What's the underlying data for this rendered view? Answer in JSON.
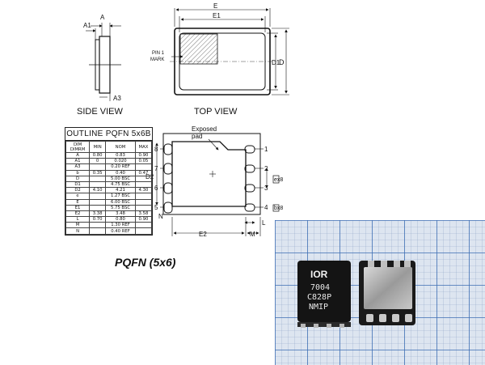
{
  "side_view": {
    "title": "SIDE VIEW",
    "labels": {
      "A": "A",
      "A1": "A1",
      "A3": "A3"
    }
  },
  "top_view": {
    "title": "TOP VIEW",
    "labels": {
      "E_top": "E",
      "E1_top": "E1",
      "D": "D",
      "D1": "D1",
      "pin1": "PIN 1",
      "mark": "MARK"
    }
  },
  "bottom_view": {
    "exposed_pad": [
      "Exposed",
      "pad"
    ],
    "pins_left": [
      "8",
      "7",
      "6",
      "5"
    ],
    "pins_right": [
      "1",
      "2",
      "3",
      "4"
    ],
    "labels": {
      "D2": "D2",
      "E2": "E2",
      "M": "M",
      "N": "N",
      "L": "L",
      "e": "e",
      "ex8": "ex8",
      "bx8": "bx8"
    }
  },
  "table": {
    "title": "OUTLINE  PQFN  5x6B",
    "header_dim": "DIM",
    "header_dimrm": "DIMRM",
    "columns": [
      "MIN",
      "NOM",
      "MAX"
    ],
    "rows": [
      [
        "A",
        "0.80",
        "0.83",
        "0.90"
      ],
      [
        "A1",
        "0",
        "0.020",
        "0.05"
      ],
      [
        "A3",
        "",
        "0.20 REF",
        ""
      ],
      [
        "b",
        "0.35",
        "0.40",
        "0.47"
      ],
      [
        "D",
        "",
        "5.00 BSC",
        ""
      ],
      [
        "D1",
        "",
        "4.75 BSC",
        ""
      ],
      [
        "D2",
        "4.10",
        "4.21",
        "4.30"
      ],
      [
        "e",
        "",
        "1.27 BSC",
        ""
      ],
      [
        "E",
        "",
        "6.00 BSC",
        ""
      ],
      [
        "E1",
        "",
        "5.75 BSC",
        ""
      ],
      [
        "E2",
        "3.38",
        "3.48",
        "3.58"
      ],
      [
        "L",
        "0.70",
        "0.80",
        "0.90"
      ],
      [
        "M",
        "",
        "1.30 REF",
        ""
      ],
      [
        "N",
        "",
        "0.40 REF",
        ""
      ]
    ]
  },
  "caption": "PQFN (5x6)",
  "photo": {
    "chip_text": [
      "7004",
      "C828P",
      "NMIP"
    ],
    "logo": "IOR"
  }
}
